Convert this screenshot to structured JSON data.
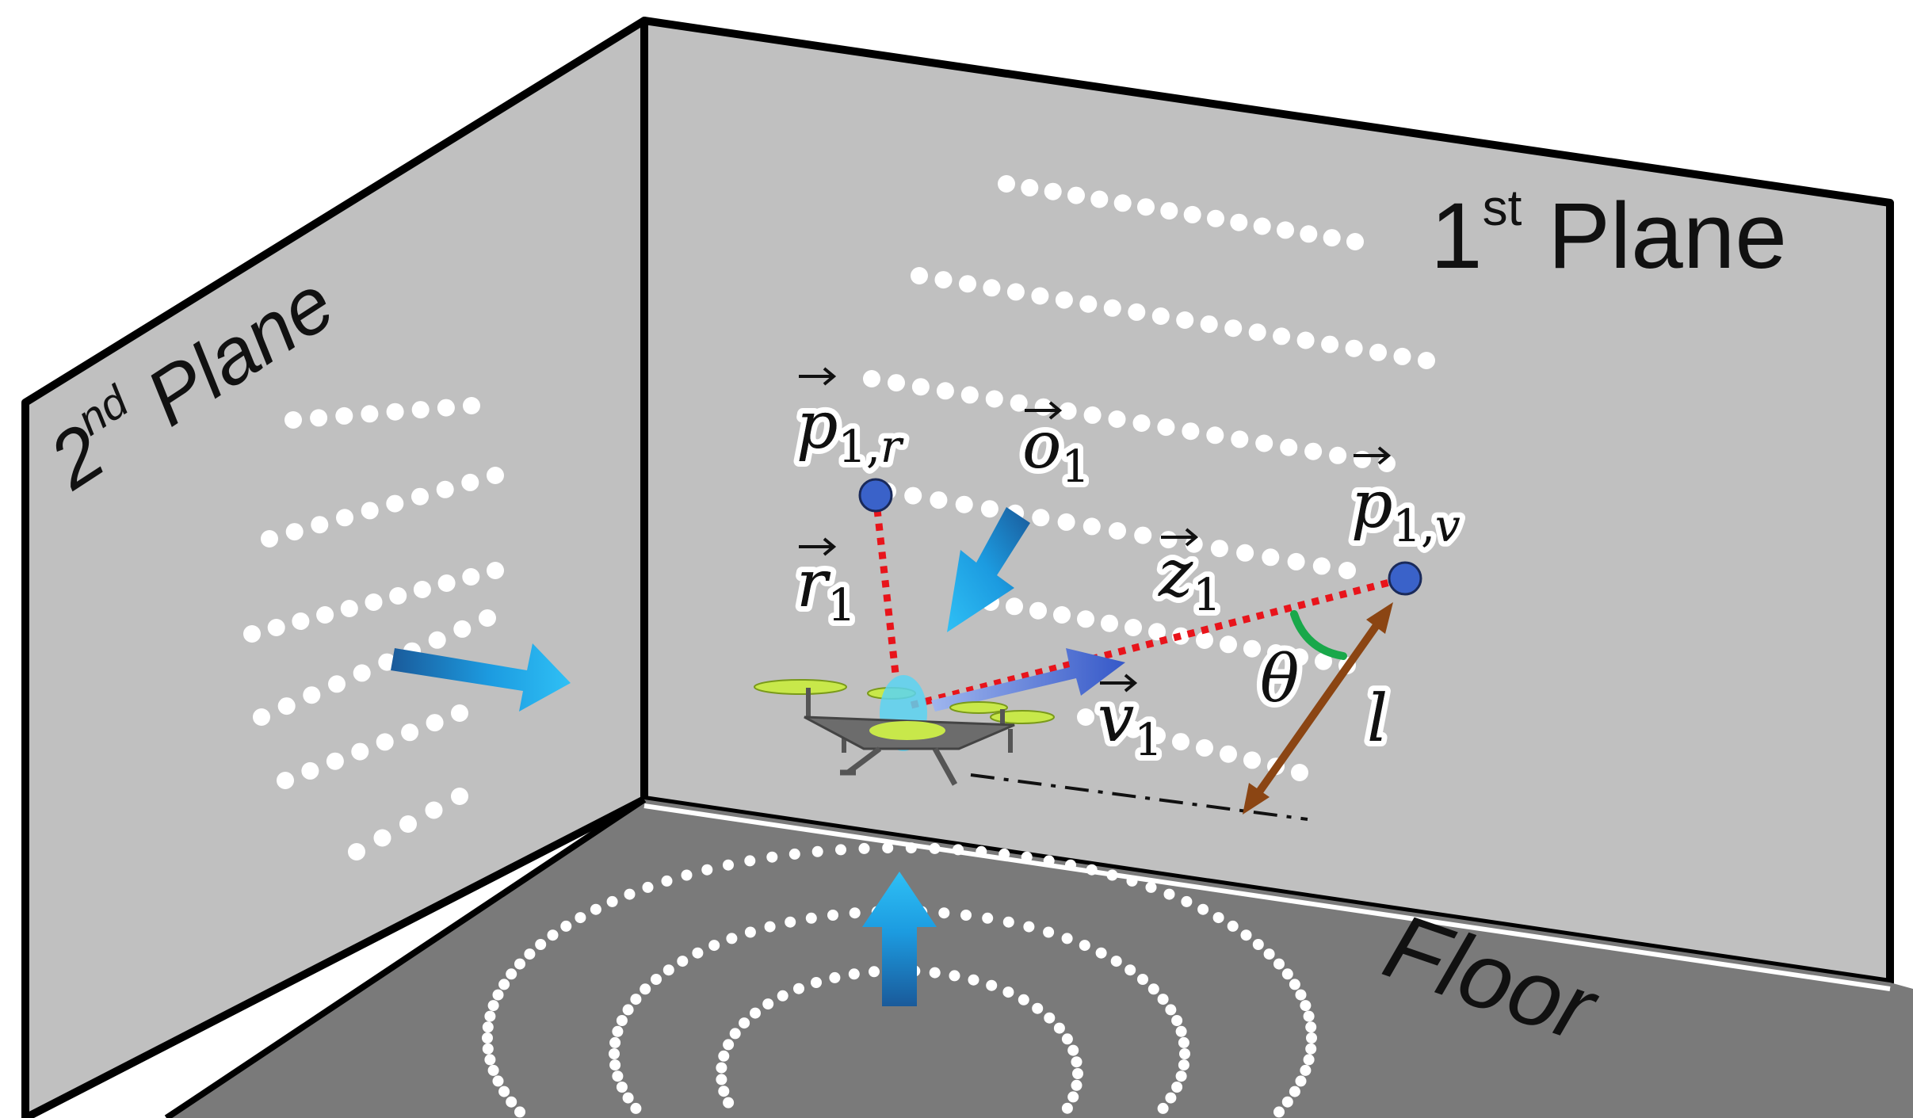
{
  "planes": {
    "first": {
      "num": "1",
      "sup": "st",
      "word": "Plane"
    },
    "second": {
      "num": "2",
      "sup": "nd",
      "word": "Plane"
    },
    "floor": {
      "word": "Floor"
    }
  },
  "vectors": {
    "p1r": {
      "base": "p",
      "sub": "1,",
      "sub_var": "r"
    },
    "o1": {
      "base": "o",
      "sub": "1"
    },
    "p1v": {
      "base": "p",
      "sub": "1,",
      "sub_var": "v"
    },
    "r1": {
      "base": "r",
      "sub": "1"
    },
    "z1": {
      "base": "z",
      "sub": "1"
    },
    "v1": {
      "base": "v",
      "sub": "1"
    }
  },
  "symbols": {
    "theta": "θ",
    "length": "l"
  },
  "colors": {
    "wall": "#c0c0c0",
    "floor": "#7a7a7a",
    "edge": "#000000",
    "dot": "#ffffff",
    "point": "#3a62c9",
    "red_dotted": "#e8141b",
    "cyan_arrow": "#1aa3e8",
    "blue_arrow": "#3a5fd0",
    "angle_arc": "#19a84a",
    "length_arrow": "#8b4513"
  }
}
